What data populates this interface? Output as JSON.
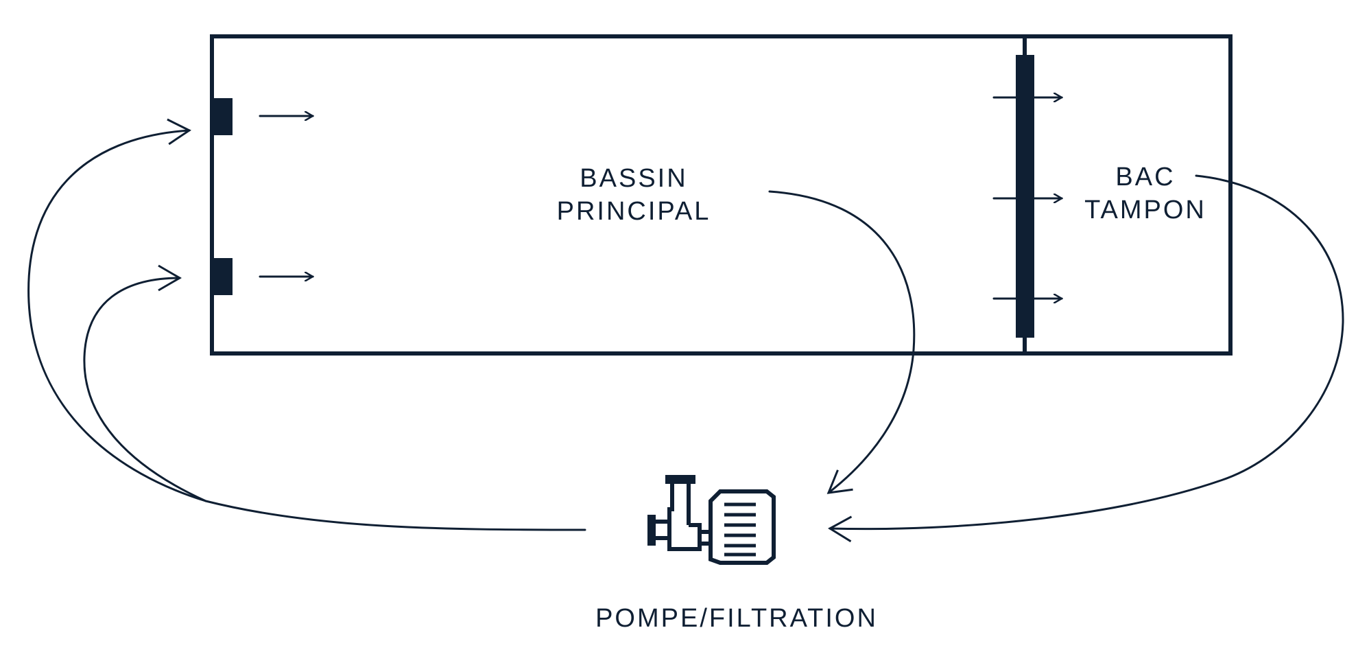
{
  "diagram": {
    "labels": {
      "bassin_line1": "BASSIN",
      "bassin_line2": "PRINCIPAL",
      "bac_line1": "BAC",
      "bac_line2": "TAMPON",
      "pompe": "POMPE/FILTRATION"
    },
    "colors": {
      "ink": "#0f1f33",
      "background": "#ffffff"
    },
    "icons": {
      "pump": "pump-motor-icon",
      "inlet": "inlet-nozzle-icon",
      "overflow": "overflow-weir-icon"
    }
  }
}
